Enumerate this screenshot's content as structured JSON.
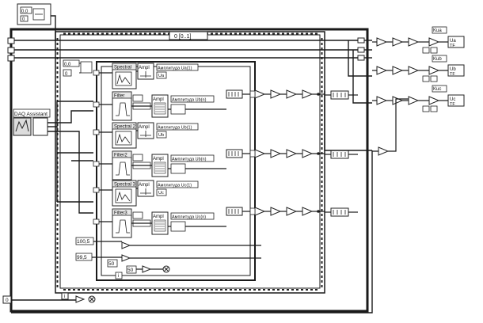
{
  "constants": {
    "top_pair": [
      "0,0",
      "0"
    ],
    "inner_pair": [
      "0,0",
      "0"
    ],
    "c_upper": "100,5",
    "c_lower": "99,5",
    "c_mid": "50",
    "c_small": "50",
    "iter": "i",
    "bottom_in": "0",
    "bottom_i": "i"
  },
  "frame_label": "0 [0..1]",
  "daq_label": "DAQ Assistant",
  "channels": [
    {
      "spectral": "Spectral",
      "ampl": "Ampl",
      "filter": "Filter",
      "ampl2": "Ampl",
      "label_top": "Амплитуда Ua(1)",
      "label_bot": "Амплитуда Ub(n)",
      "tag": "Ua"
    },
    {
      "spectral": "Spectral 2",
      "ampl": "Ampl",
      "filter": "Filter2",
      "ampl2": "Ampl",
      "label_top": "Амплитуда Ub(1)",
      "label_bot": "Амплитуда Ub(n)",
      "tag": "Ub"
    },
    {
      "spectral": "Spectral 3",
      "ampl": "Ampl",
      "filter": "Filter3",
      "ampl2": "Ampl",
      "label_top": "Амплитуда Uc(1)",
      "label_bot": "Амплитуда Uc(n)",
      "tag": "Uc"
    }
  ],
  "outputs": [
    {
      "title": "Kua",
      "label": "Ua"
    },
    {
      "title": "Kub",
      "label": "Ub"
    },
    {
      "title": "Kuc",
      "label": "Uc"
    }
  ],
  "output_tag": "TF"
}
